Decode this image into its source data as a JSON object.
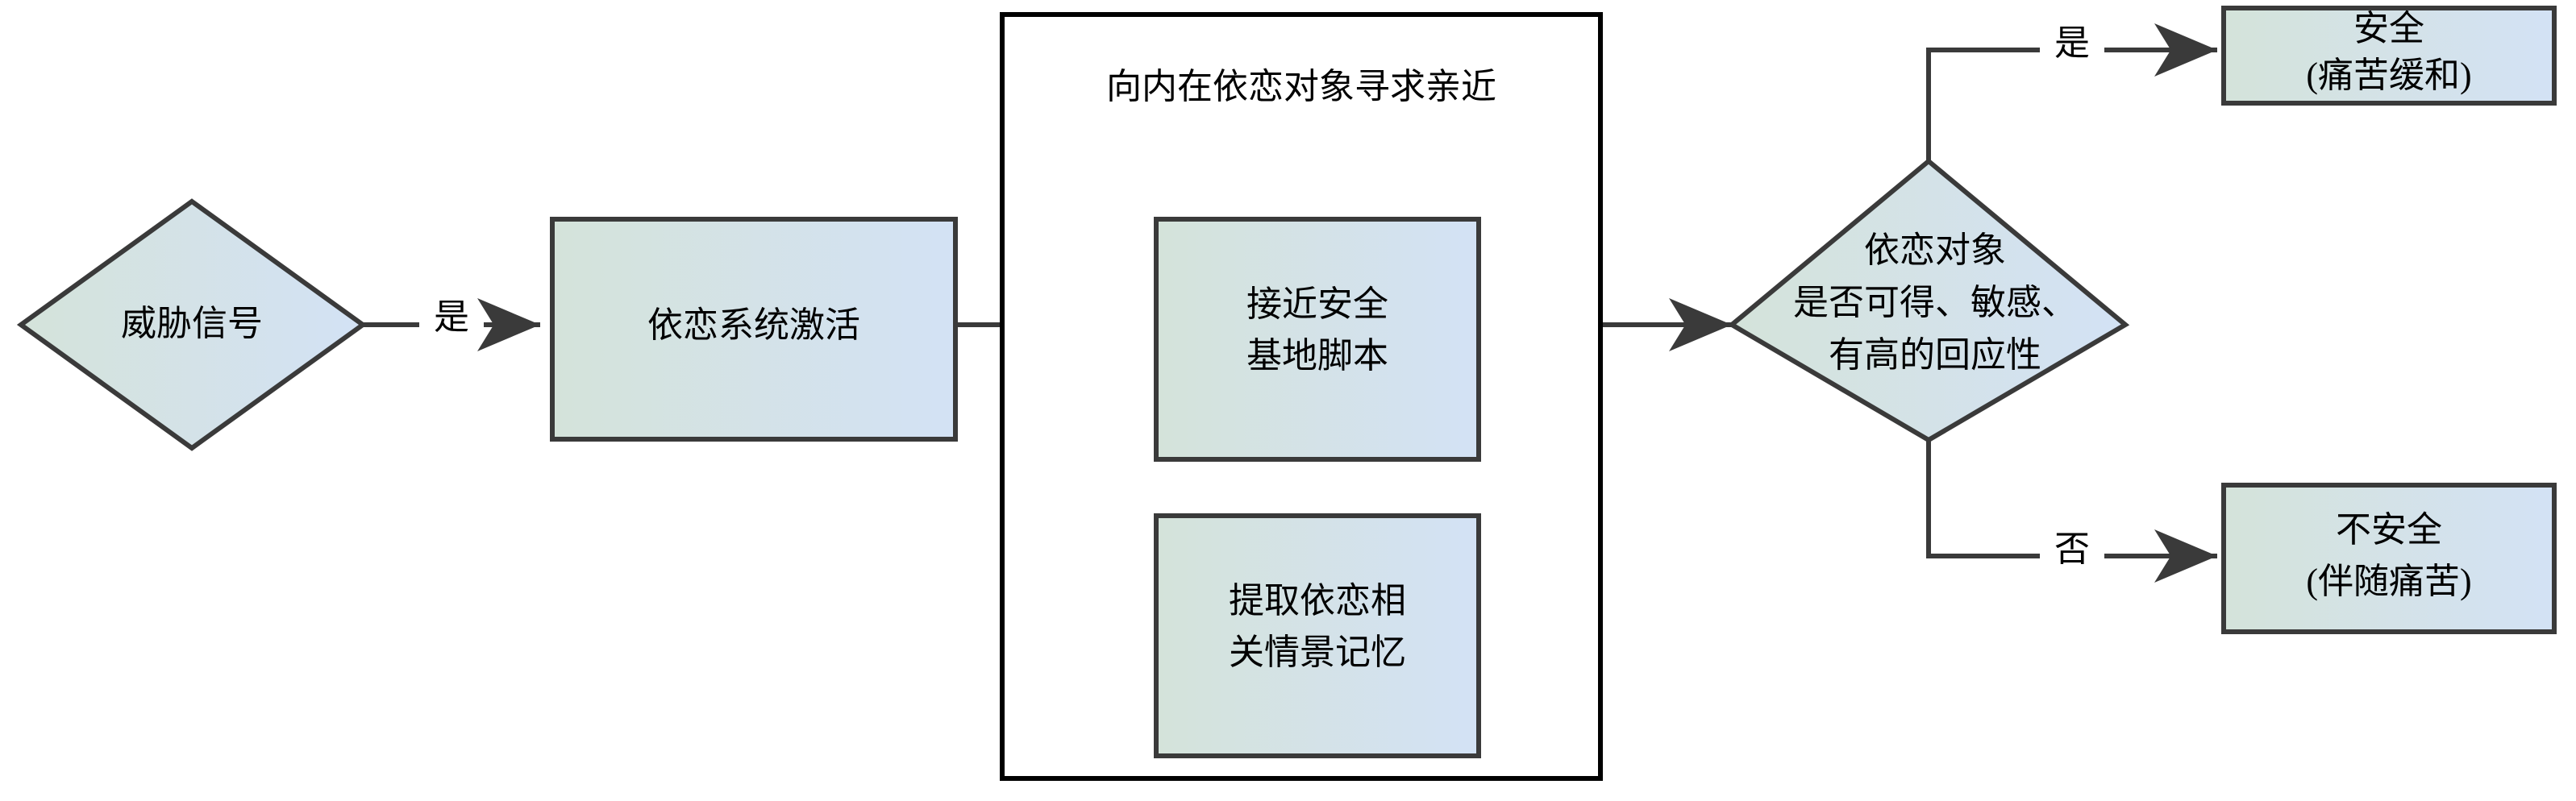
{
  "diagram": {
    "title_present": false,
    "language": "zh-CN",
    "type": "flowchart",
    "colors": {
      "fill_gradient_start": "#d4e3da",
      "fill_gradient_end": "#d3e2f5",
      "shape_border": "#3a3a3a",
      "container_border": "#000000",
      "connector": "#3a3a3a",
      "text": "#000000",
      "canvas": "#ffffff"
    }
  },
  "nodes": {
    "threat_signal": {
      "shape": "diamond",
      "label": "威胁信号"
    },
    "attachment_activation": {
      "shape": "rectangle",
      "label": "依恋系统激活"
    },
    "proximity_container": {
      "shape": "container",
      "header_label": "向内在依恋对象寻求亲近"
    },
    "secure_base_script": {
      "shape": "rectangle",
      "line1": "接近安全",
      "line2": "基地脚本"
    },
    "episodic_memory": {
      "shape": "rectangle",
      "line1": "提取依恋相",
      "line2": "关情景记忆"
    },
    "availability_decision": {
      "shape": "diamond",
      "line1": "依恋对象",
      "line2": "是否可得、敏感、",
      "line3": "有高的回应性"
    },
    "secure_outcome": {
      "shape": "rectangle",
      "line1": "安全",
      "line2": "(痛苦缓和)"
    },
    "insecure_outcome": {
      "shape": "rectangle",
      "line1": "不安全",
      "line2": "(伴随痛苦)"
    }
  },
  "edges": [
    {
      "id": "threat-to-activation",
      "label": "是",
      "from": "threat_signal",
      "to": "attachment_activation"
    },
    {
      "id": "activation-to-container",
      "label": "",
      "from": "attachment_activation",
      "to": "proximity_container"
    },
    {
      "id": "branch-to-script",
      "label": "",
      "from": "proximity_container",
      "to": "secure_base_script"
    },
    {
      "id": "branch-to-memory",
      "label": "",
      "from": "proximity_container",
      "to": "episodic_memory"
    },
    {
      "id": "container-to-decision",
      "label": "",
      "from": "proximity_container",
      "to": "availability_decision"
    },
    {
      "id": "decision-yes",
      "label": "是",
      "from": "availability_decision",
      "to": "secure_outcome"
    },
    {
      "id": "decision-no",
      "label": "否",
      "from": "availability_decision",
      "to": "insecure_outcome"
    }
  ]
}
